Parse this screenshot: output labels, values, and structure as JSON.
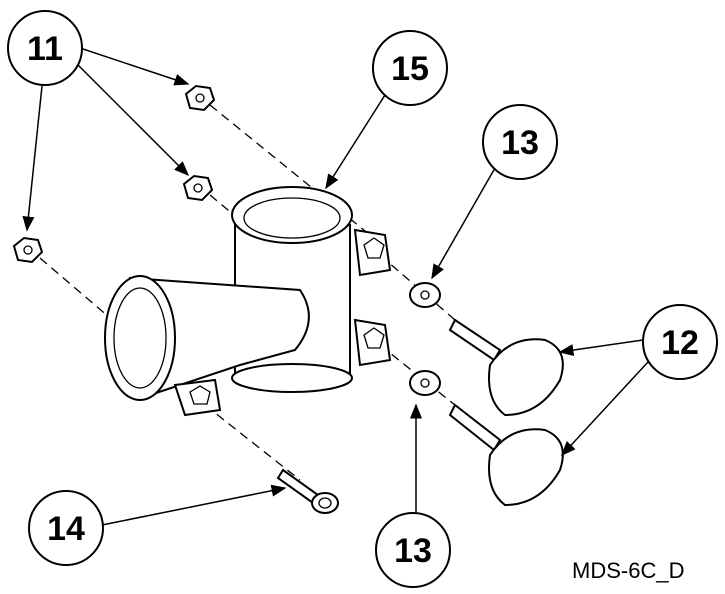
{
  "callouts": [
    {
      "id": "11",
      "label": "11"
    },
    {
      "id": "15",
      "label": "15"
    },
    {
      "id": "13a",
      "label": "13"
    },
    {
      "id": "12",
      "label": "12"
    },
    {
      "id": "14",
      "label": "14"
    },
    {
      "id": "13b",
      "label": "13"
    }
  ],
  "drawing_id": "MDS-6C_D"
}
